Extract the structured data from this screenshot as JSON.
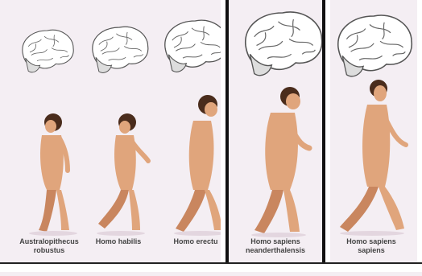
{
  "species": [
    {
      "line1": "Australopithecus",
      "line2": "robustus"
    },
    {
      "line1": "Homo habilis",
      "line2": ""
    },
    {
      "line1": "Homo erectu",
      "line2": ""
    },
    {
      "line1": "Homo sapiens",
      "line2": "neanderthalensis"
    },
    {
      "line1": "Homo sapiens",
      "line2": "sapiens"
    }
  ],
  "colors": {
    "background": "#f4eef3",
    "skin": "#e0a57c",
    "skin_shadow": "#c9865f",
    "hair": "#4a2c1c",
    "brain_fill": "#ffffff",
    "brain_stroke": "#555555",
    "frame": "#111111",
    "label_text": "#444444"
  }
}
